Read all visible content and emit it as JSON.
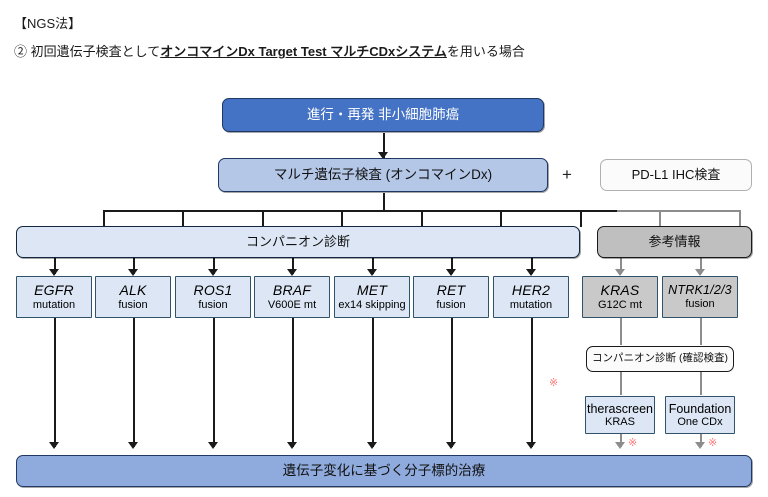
{
  "header": {
    "method_label": "【NGS法】",
    "case_number": "②",
    "case_text_before": " 初回遺伝子検査として",
    "case_text_strong": "オンコマインDx Target Test マルチCDxシステム",
    "case_text_after": "を用いる場合"
  },
  "flow": {
    "top_node": "進行・再発 非小細胞肺癌",
    "multigene_test": "マルチ遺伝子検査 (オンコマインDx)",
    "plus_symbol": "+",
    "pdl1_test": "PD-L1 IHC検査",
    "companion_dx": "コンパニオン診断",
    "reference_info": "参考情報",
    "confirm_dx": "コンパニオン診断 (確認検査)",
    "bottom_node": "遺伝子変化に基づく分子標的治療",
    "asterisk": "※"
  },
  "genes": [
    {
      "name": "EGFR",
      "sub": "mutation",
      "kind": "blue"
    },
    {
      "name": "ALK",
      "sub": "fusion",
      "kind": "blue"
    },
    {
      "name": "ROS1",
      "sub": "fusion",
      "kind": "blue"
    },
    {
      "name": "BRAF",
      "sub": "V600E mt",
      "kind": "blue"
    },
    {
      "name": "MET",
      "sub": "ex14 skipping",
      "kind": "blue"
    },
    {
      "name": "RET",
      "sub": "fusion",
      "kind": "blue"
    },
    {
      "name": "HER2",
      "sub": "mutation",
      "kind": "blue"
    },
    {
      "name": "KRAS",
      "sub": "G12C mt",
      "kind": "gray"
    },
    {
      "name": "NTRK1/2/3",
      "sub": "fusion",
      "kind": "gray"
    }
  ],
  "confirm_tests": [
    {
      "line1": "therascreen",
      "line2": "KRAS"
    },
    {
      "line1": "Foundation",
      "line2": "One CDx"
    }
  ],
  "colors": {
    "top_fill": "#4472C4",
    "mid_fill": "#B4C7E7",
    "pale_fill": "#DCE6F4",
    "bottom_fill": "#8FAADC",
    "gray_fill": "#BFBFBF",
    "gene_gray_fill": "#C9C9C9",
    "border_dark": "#1F3864",
    "gene_border": "#30526B",
    "asterisk_red": "#FF7878"
  }
}
